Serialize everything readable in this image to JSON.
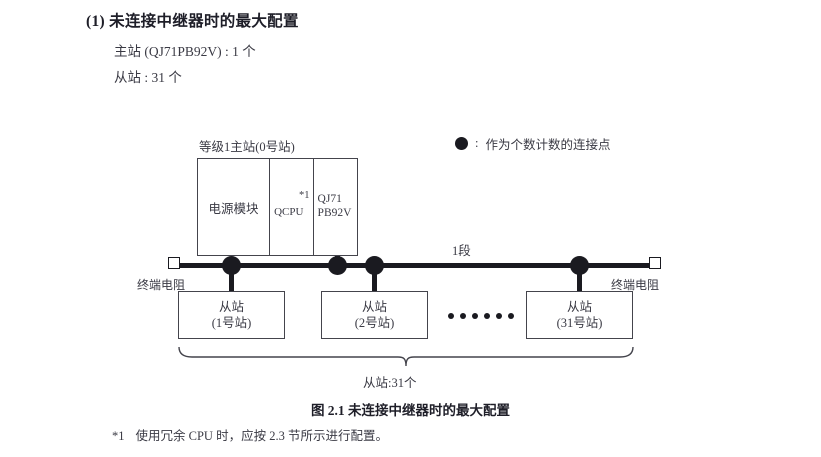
{
  "section": {
    "number_title": "(1) 未连接中继器时的最大配置",
    "line1": "主站 (QJ71PB92V) : 1 个",
    "line2": "从站 : 31 个"
  },
  "legend": {
    "symbol": "filled-circle",
    "separator": ":",
    "text": "作为个数计数的连接点"
  },
  "rack": {
    "caption": "等级1主站(0号站)",
    "cells": [
      {
        "label": "电源模块"
      },
      {
        "label": "QCPU",
        "note": "*1"
      },
      {
        "label": "QJ71\nPB92V"
      }
    ]
  },
  "bus": {
    "segment_label": "1段",
    "terminator_left": "终端电阻",
    "terminator_right": "终端电阻"
  },
  "slaves": [
    {
      "line1": "从站",
      "line2": "(1号站)"
    },
    {
      "line1": "从站",
      "line2": "(2号站)"
    },
    {
      "line1": "从站",
      "line2": "(31号站)"
    }
  ],
  "ellipsis_count": 6,
  "brace": {
    "label": "从站:31个"
  },
  "figure": {
    "caption": "图 2.1  未连接中继器时的最大配置"
  },
  "footnote": {
    "mark": "*1",
    "text": "使用冗余 CPU 时，应按 2.3 节所示进行配置。"
  },
  "colors": {
    "ink": "#1a1a20",
    "text": "#3a3a44",
    "box_border": "#44444c",
    "paper": "#ffffff"
  }
}
